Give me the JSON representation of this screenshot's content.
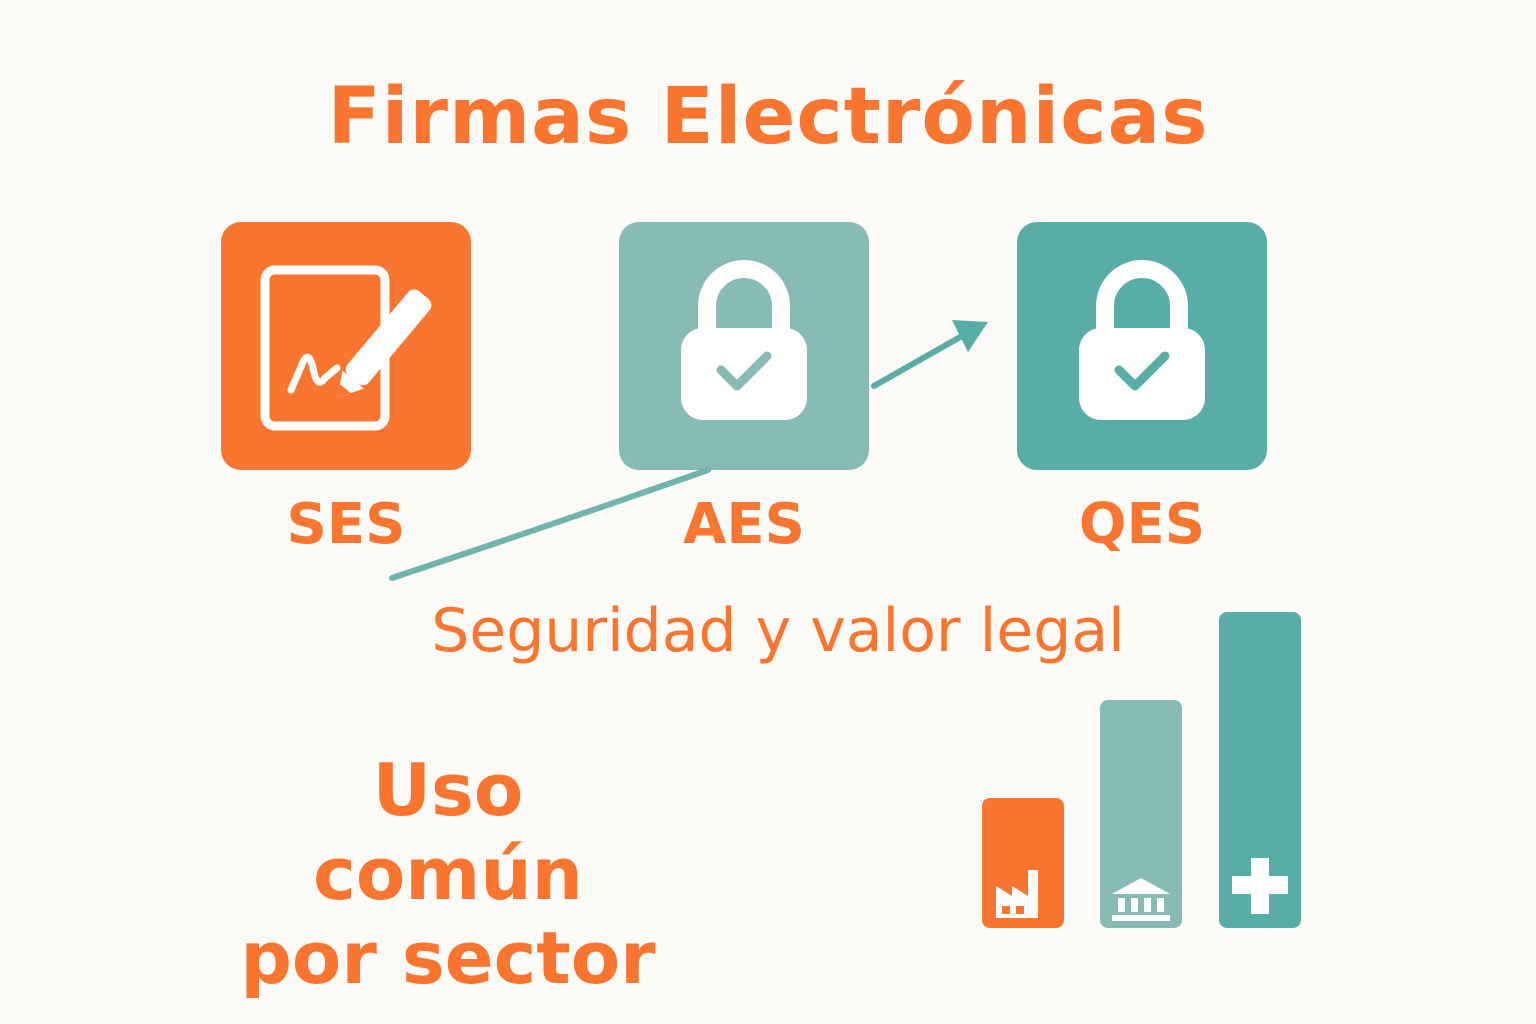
{
  "title": "Firmas Electrónicas",
  "levels": [
    {
      "label": "SES",
      "icon": "pen-signature-icon",
      "color": "#FA7530"
    },
    {
      "label": "AES",
      "icon": "padlock-check-icon",
      "color": "#88BBB5"
    },
    {
      "label": "QES",
      "icon": "padlock-check-icon",
      "color": "#5AADA6"
    }
  ],
  "axis_label": "Seguridad y valor legal",
  "usage_title_line1": "Uso común",
  "usage_title_line2": "por sector",
  "sectors": [
    {
      "icon": "factory-icon",
      "color": "#FA7530",
      "relative_height": 0.41
    },
    {
      "icon": "bank-icon",
      "color": "#88BBB5",
      "relative_height": 0.72
    },
    {
      "icon": "medical-cross-icon",
      "color": "#5AADA6",
      "relative_height": 1.0
    }
  ],
  "colors": {
    "accent": "#FA7530",
    "teal_light": "#88BBB5",
    "teal_dark": "#5AADA6",
    "background": "#FCFBF7"
  }
}
